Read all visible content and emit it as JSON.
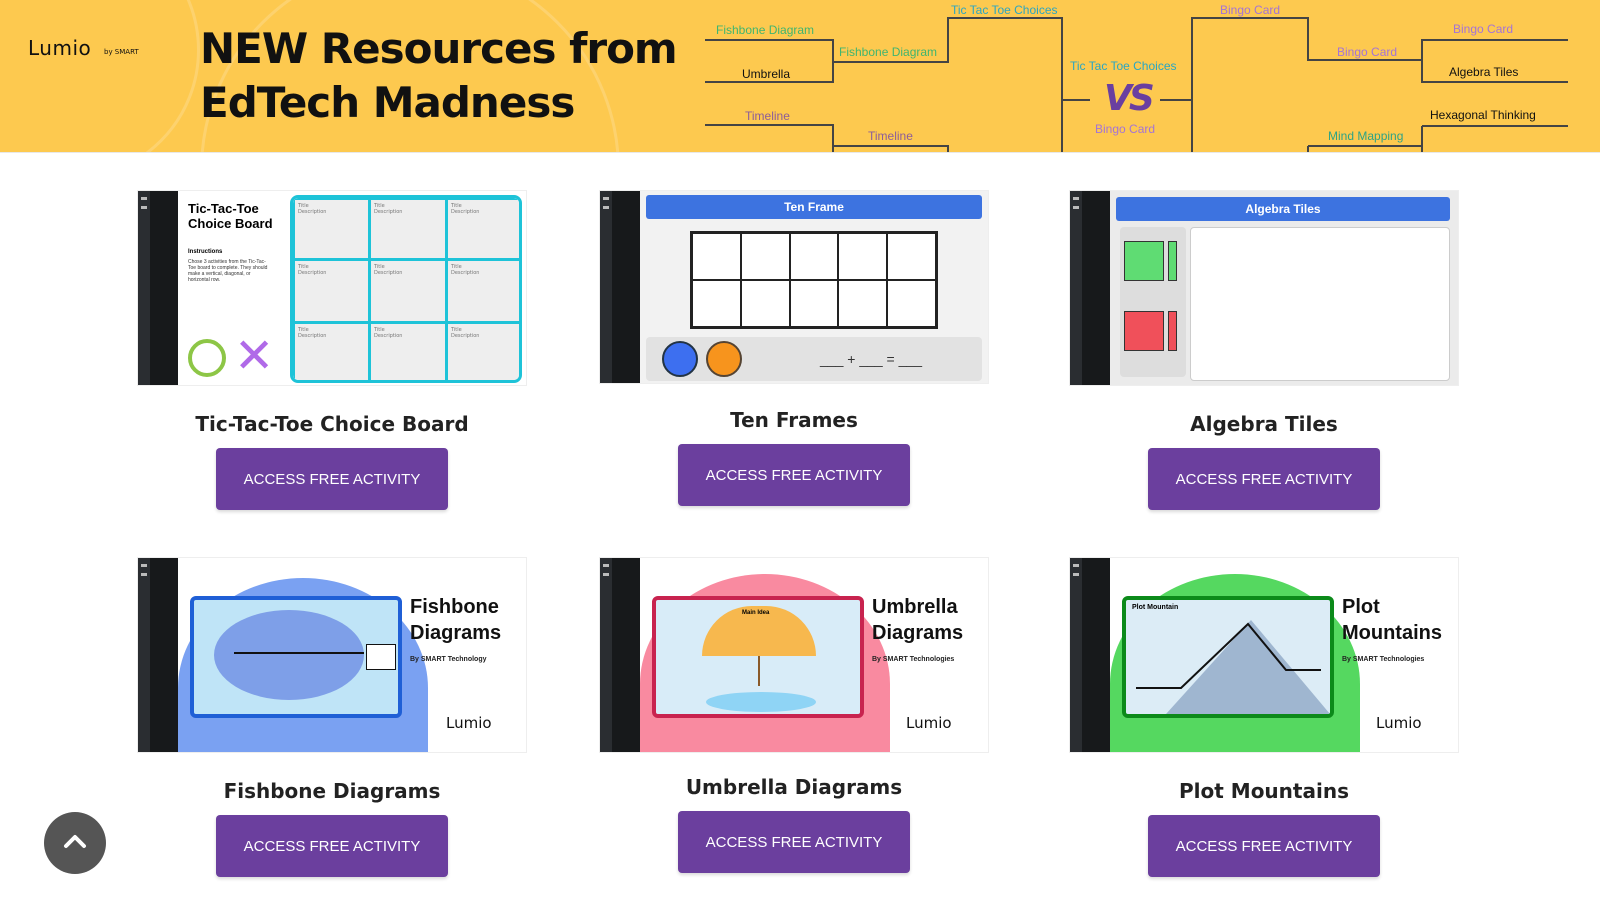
{
  "header": {
    "logo": "Lumio",
    "logo_by": "by SMART",
    "headline_line1": "NEW Resources from",
    "headline_line2": "EdTech Madness",
    "bracket": {
      "left_r1": [
        "Fishbone Diagram",
        "Umbrella",
        "Timeline"
      ],
      "left_r2": [
        "Fishbone Diagram",
        "Timeline"
      ],
      "left_r3": "Tic Tac Toe Choices",
      "final_top": "Tic Tac Toe Choices",
      "vs": "VS",
      "final_bottom": "Bingo Card",
      "right_r3": "Bingo Card",
      "right_r2": [
        "Bingo Card",
        "Mind Mapping"
      ],
      "right_r1": [
        "Bingo Card",
        "Algebra Tiles",
        "Hexagonal Thinking"
      ]
    }
  },
  "cards": [
    {
      "title": "Tic-Tac-Toe Choice Board",
      "button": "ACCESS FREE ACTIVITY",
      "thumb": {
        "title": "Tic-Tac-Toe Choice Board",
        "instructions": "Instructions",
        "text": "Chose 3 activities from the Tic-Tac-Toe board to complete. They should make a vertical, diagonal, or horizontal row.",
        "cell_title": "Title",
        "cell_desc": "Description"
      }
    },
    {
      "title": "Ten Frames",
      "button": "ACCESS FREE ACTIVITY",
      "thumb": {
        "header": "Ten Frame",
        "equation": "___ + ___ = ___"
      }
    },
    {
      "title": "Algebra Tiles",
      "button": "ACCESS FREE ACTIVITY",
      "thumb": {
        "header": "Algebra Tiles"
      }
    },
    {
      "title": "Fishbone Diagrams",
      "button": "ACCESS FREE ACTIVITY",
      "thumb": {
        "heading": "Fishbone Diagrams",
        "by": "By SMART Technology",
        "logo": "Lumio"
      }
    },
    {
      "title": "Umbrella Diagrams",
      "button": "ACCESS FREE ACTIVITY",
      "thumb": {
        "heading": "Umbrella Diagrams",
        "by": "By SMART Technologies",
        "logo": "Lumio",
        "main_idea": "Main Idea"
      }
    },
    {
      "title": "Plot Mountains",
      "button": "ACCESS FREE ACTIVITY",
      "thumb": {
        "heading": "Plot Mountains",
        "by": "By SMART Technologies",
        "logo": "Lumio",
        "label": "Plot Mountain"
      }
    }
  ],
  "colors": {
    "header_bg": "#fdc94f",
    "button": "#6b3f9e"
  }
}
